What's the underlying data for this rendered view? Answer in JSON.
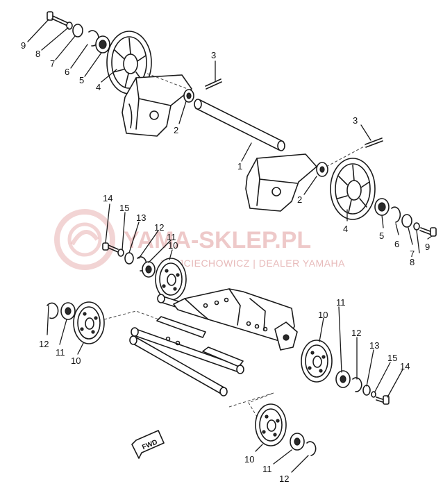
{
  "watermark": {
    "brand": "YAMA-SKLEP.PL",
    "tagline": "WOJCIECHOWICZ | DEALER YAMAHA"
  },
  "fwd_label": "FWD",
  "callouts": [
    "1",
    "2",
    "3",
    "4",
    "5",
    "6",
    "7",
    "8",
    "9",
    "10",
    "11",
    "12",
    "13",
    "14",
    "15"
  ],
  "colors": {
    "line": "#1a1a1a",
    "watermark": "#e9b7b7"
  }
}
